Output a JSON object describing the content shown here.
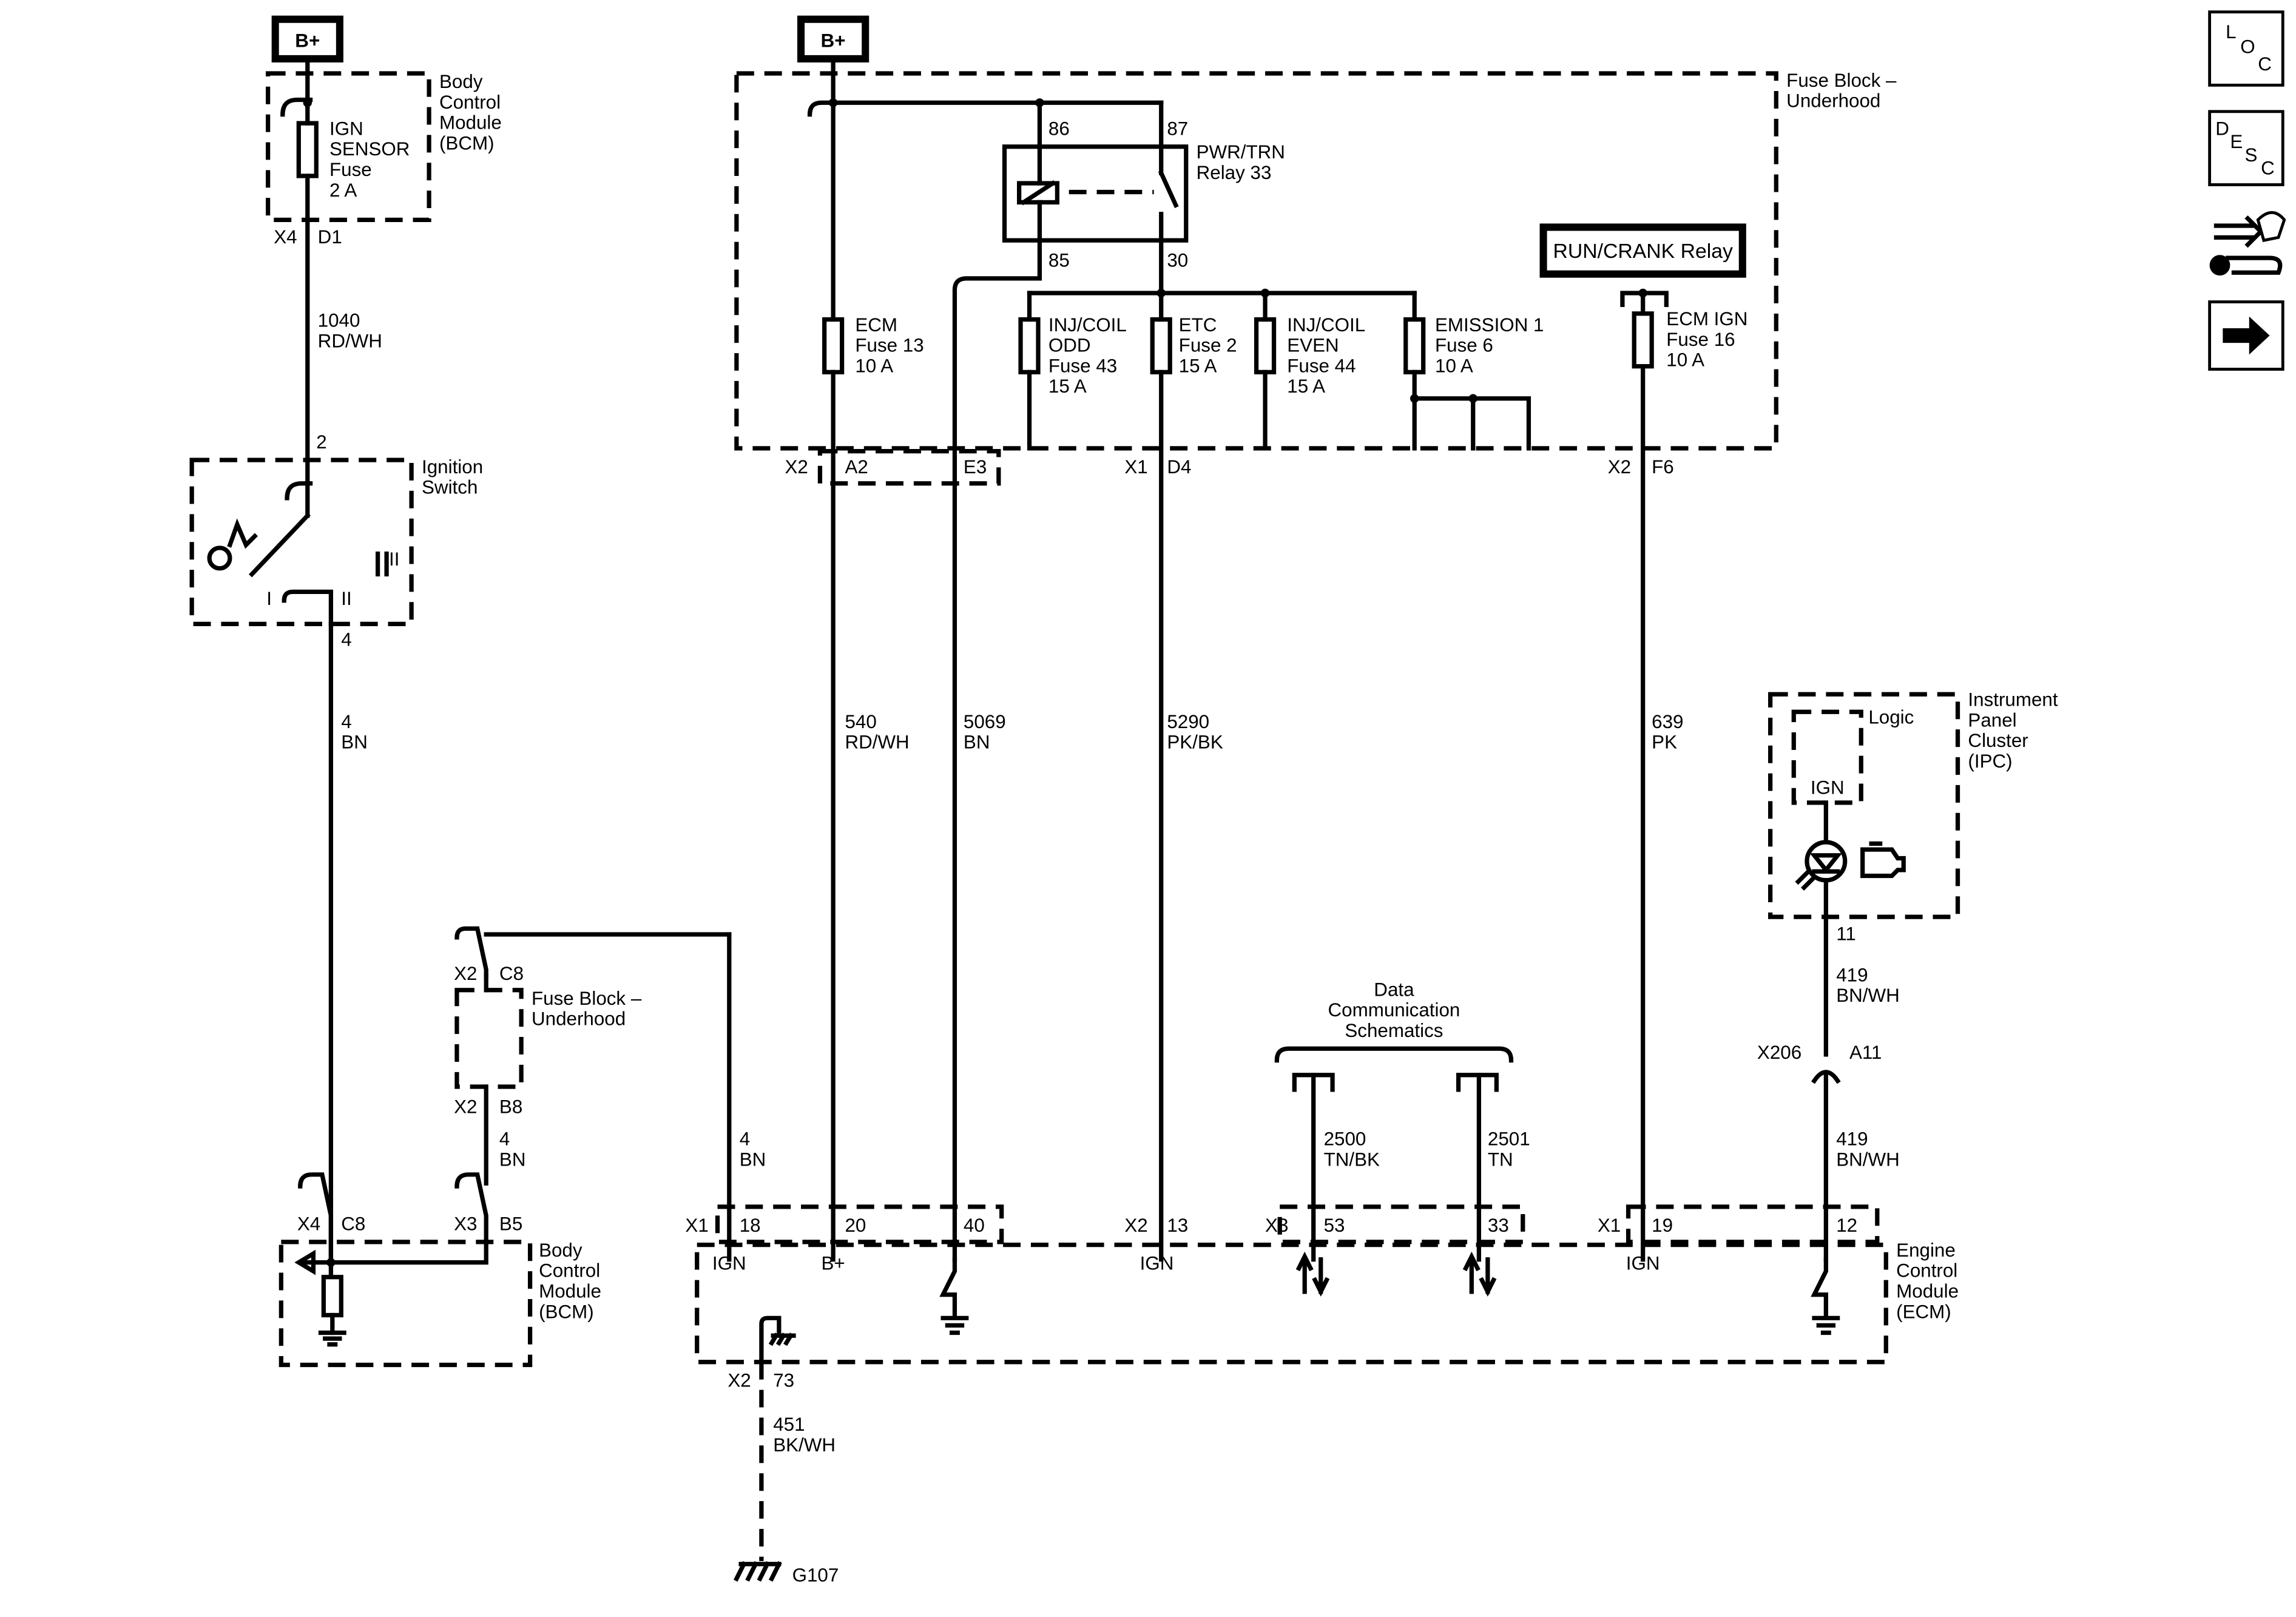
{
  "power_sources": {
    "left": "B+",
    "middle": "B+"
  },
  "nav": {
    "loc": [
      "L",
      "O",
      "C"
    ],
    "desc": [
      "D",
      "E",
      "S",
      "C"
    ]
  },
  "bcm_top": {
    "name": [
      "Body",
      "Control",
      "Module",
      "(BCM)"
    ],
    "fuse": [
      "IGN",
      "SENSOR",
      "Fuse",
      "2 A"
    ],
    "connector": "X4",
    "pin": "D1"
  },
  "wire_1040": {
    "circuit": "1040",
    "color": "RD/WH"
  },
  "ignition_switch": {
    "name": [
      "Ignition",
      "Switch"
    ],
    "pin_top": "2",
    "pin_bottom": "4",
    "pos_i": "I",
    "pos_ii": "II",
    "pos_iii": "III"
  },
  "wire_4_left": {
    "circuit": "4",
    "color": "BN"
  },
  "fuse_block": {
    "name": [
      "Fuse Block –",
      "Underhood"
    ]
  },
  "relay": {
    "name": [
      "PWR/TRN",
      "Relay 33"
    ],
    "pin86": "86",
    "pin87": "87",
    "pin85": "85",
    "pin30": "30"
  },
  "run_crank_relay": "RUN/CRANK Relay",
  "fuses": [
    {
      "lines": [
        "ECM",
        "Fuse 13",
        "10 A"
      ]
    },
    {
      "lines": [
        "INJ/COIL",
        "ODD",
        "Fuse 43",
        "15 A"
      ]
    },
    {
      "lines": [
        "ETC",
        "Fuse 2",
        "15 A"
      ]
    },
    {
      "lines": [
        "INJ/COIL",
        "EVEN",
        "Fuse 44",
        "15 A"
      ]
    },
    {
      "lines": [
        "EMISSION 1",
        "Fuse 6",
        "10 A"
      ]
    },
    {
      "lines": [
        "ECM IGN",
        "Fuse 16",
        "10 A"
      ]
    }
  ],
  "fb_connectors": {
    "x2": "X2",
    "a2": "A2",
    "e3": "E3",
    "x1": "X1",
    "d4": "D4",
    "x2b": "X2",
    "f6": "F6"
  },
  "wires": {
    "w540": {
      "circuit": "540",
      "color": "RD/WH"
    },
    "w5069": {
      "circuit": "5069",
      "color": "BN"
    },
    "w5290": {
      "circuit": "5290",
      "color": "PK/BK"
    },
    "w639": {
      "circuit": "639",
      "color": "PK"
    },
    "w419a": {
      "circuit": "419",
      "color": "BN/WH"
    },
    "w419b": {
      "circuit": "419",
      "color": "BN/WH"
    },
    "w4_mid": {
      "circuit": "4",
      "color": "BN"
    },
    "w4_right": {
      "circuit": "4",
      "color": "BN"
    },
    "w2500": {
      "circuit": "2500",
      "color": "TN/BK"
    },
    "w2501": {
      "circuit": "2501",
      "color": "TN"
    },
    "w451": {
      "circuit": "451",
      "color": "BK/WH"
    }
  },
  "fb_lower": {
    "name": [
      "Fuse Block –",
      "Underhood"
    ],
    "x2_top": "X2",
    "c8": "C8",
    "x2_bot": "X2",
    "b8": "B8"
  },
  "bcm_bottom": {
    "name": [
      "Body",
      "Control",
      "Module",
      "(BCM)"
    ],
    "x4": "X4",
    "c8": "C8",
    "x3": "X3",
    "b5": "B5"
  },
  "data_comm": [
    "Data",
    "Communication",
    "Schematics"
  ],
  "ipc": {
    "name": [
      "Instrument",
      "Panel",
      "Cluster",
      "(IPC)"
    ],
    "logic": "Logic",
    "ign": "IGN",
    "pin": "11",
    "x206": "X206",
    "a11": "A11"
  },
  "ecm": {
    "name": [
      "Engine",
      "Control",
      "Module",
      "(ECM)"
    ],
    "x1a": "X1",
    "p18": "18",
    "p20": "20",
    "p40": "40",
    "x2a": "X2",
    "p13": "13",
    "x3": "X3",
    "p53": "53",
    "p33": "33",
    "x1b": "X1",
    "p19": "19",
    "p12": "12",
    "ign1": "IGN",
    "bplus": "B+",
    "ign2": "IGN",
    "ign3": "IGN",
    "x2b": "X2",
    "p73": "73"
  },
  "ground": "G107"
}
